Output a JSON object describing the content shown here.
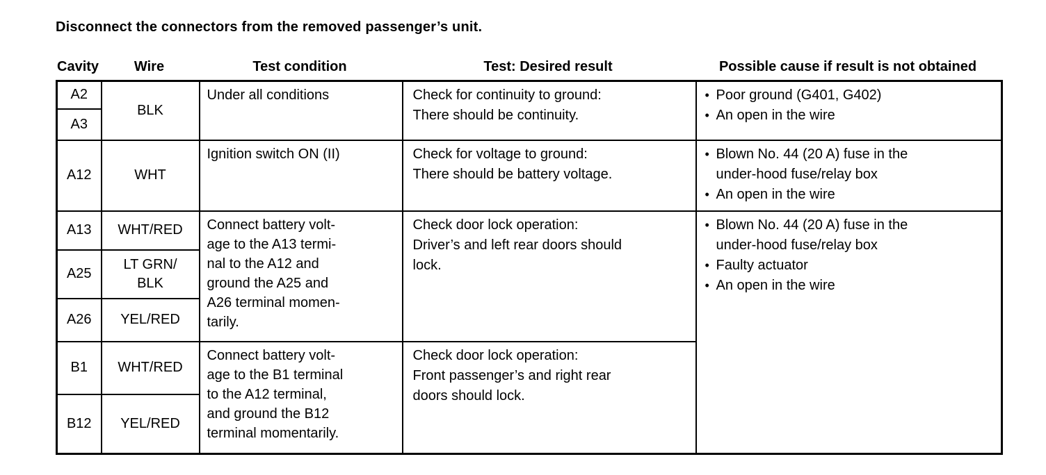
{
  "page": {
    "title": "Disconnect the connectors from the removed passenger’s unit."
  },
  "icons": {
    "bullet_icon": "•"
  },
  "table": {
    "headers": [
      "Cavity",
      "Wire",
      "Test condition",
      "Test: Desired result",
      "Possible cause if result is not obtained"
    ],
    "rows": [
      {
        "cavities": [
          "A2",
          "A3"
        ],
        "wires": [
          "BLK"
        ],
        "test_condition": "Under all conditions",
        "desired_result": "Check for continuity to ground:\nThere should be continuity.",
        "possible_causes": [
          "Poor ground (G401, G402)",
          "An open in the wire"
        ]
      },
      {
        "cavities": [
          "A12"
        ],
        "wires": [
          "WHT"
        ],
        "test_condition": "Ignition switch ON (II)",
        "desired_result": "Check for voltage to ground:\nThere should be battery voltage.",
        "possible_causes": [
          "Blown No. 44 (20 A) fuse in the\nunder-hood fuse/relay box",
          "An open in the wire"
        ]
      },
      {
        "cavities": [
          "A13",
          "A25",
          "A26"
        ],
        "wires": [
          "WHT/RED",
          "LT GRN/\nBLK",
          "YEL/RED"
        ],
        "test_condition": "Connect battery volt-\nage to the A13 termi-\nnal to the A12 and\nground the A25 and\nA26 terminal momen-\ntarily.",
        "desired_result": "Check door lock operation:\nDriver’s and left rear doors should\nlock.",
        "possible_causes": [
          "Blown No. 44 (20 A) fuse in the\nunder-hood fuse/relay box",
          "Faulty actuator",
          "An open in the wire"
        ]
      },
      {
        "cavities": [
          "B1",
          "B12"
        ],
        "wires": [
          "WHT/RED",
          "YEL/RED"
        ],
        "test_condition": "Connect battery volt-\nage to the B1 terminal\nto the A12 terminal,\nand ground the B12\nterminal momentarily.",
        "desired_result": "Check door lock operation:\nFront passenger’s and right rear\ndoors should lock."
      }
    ]
  }
}
